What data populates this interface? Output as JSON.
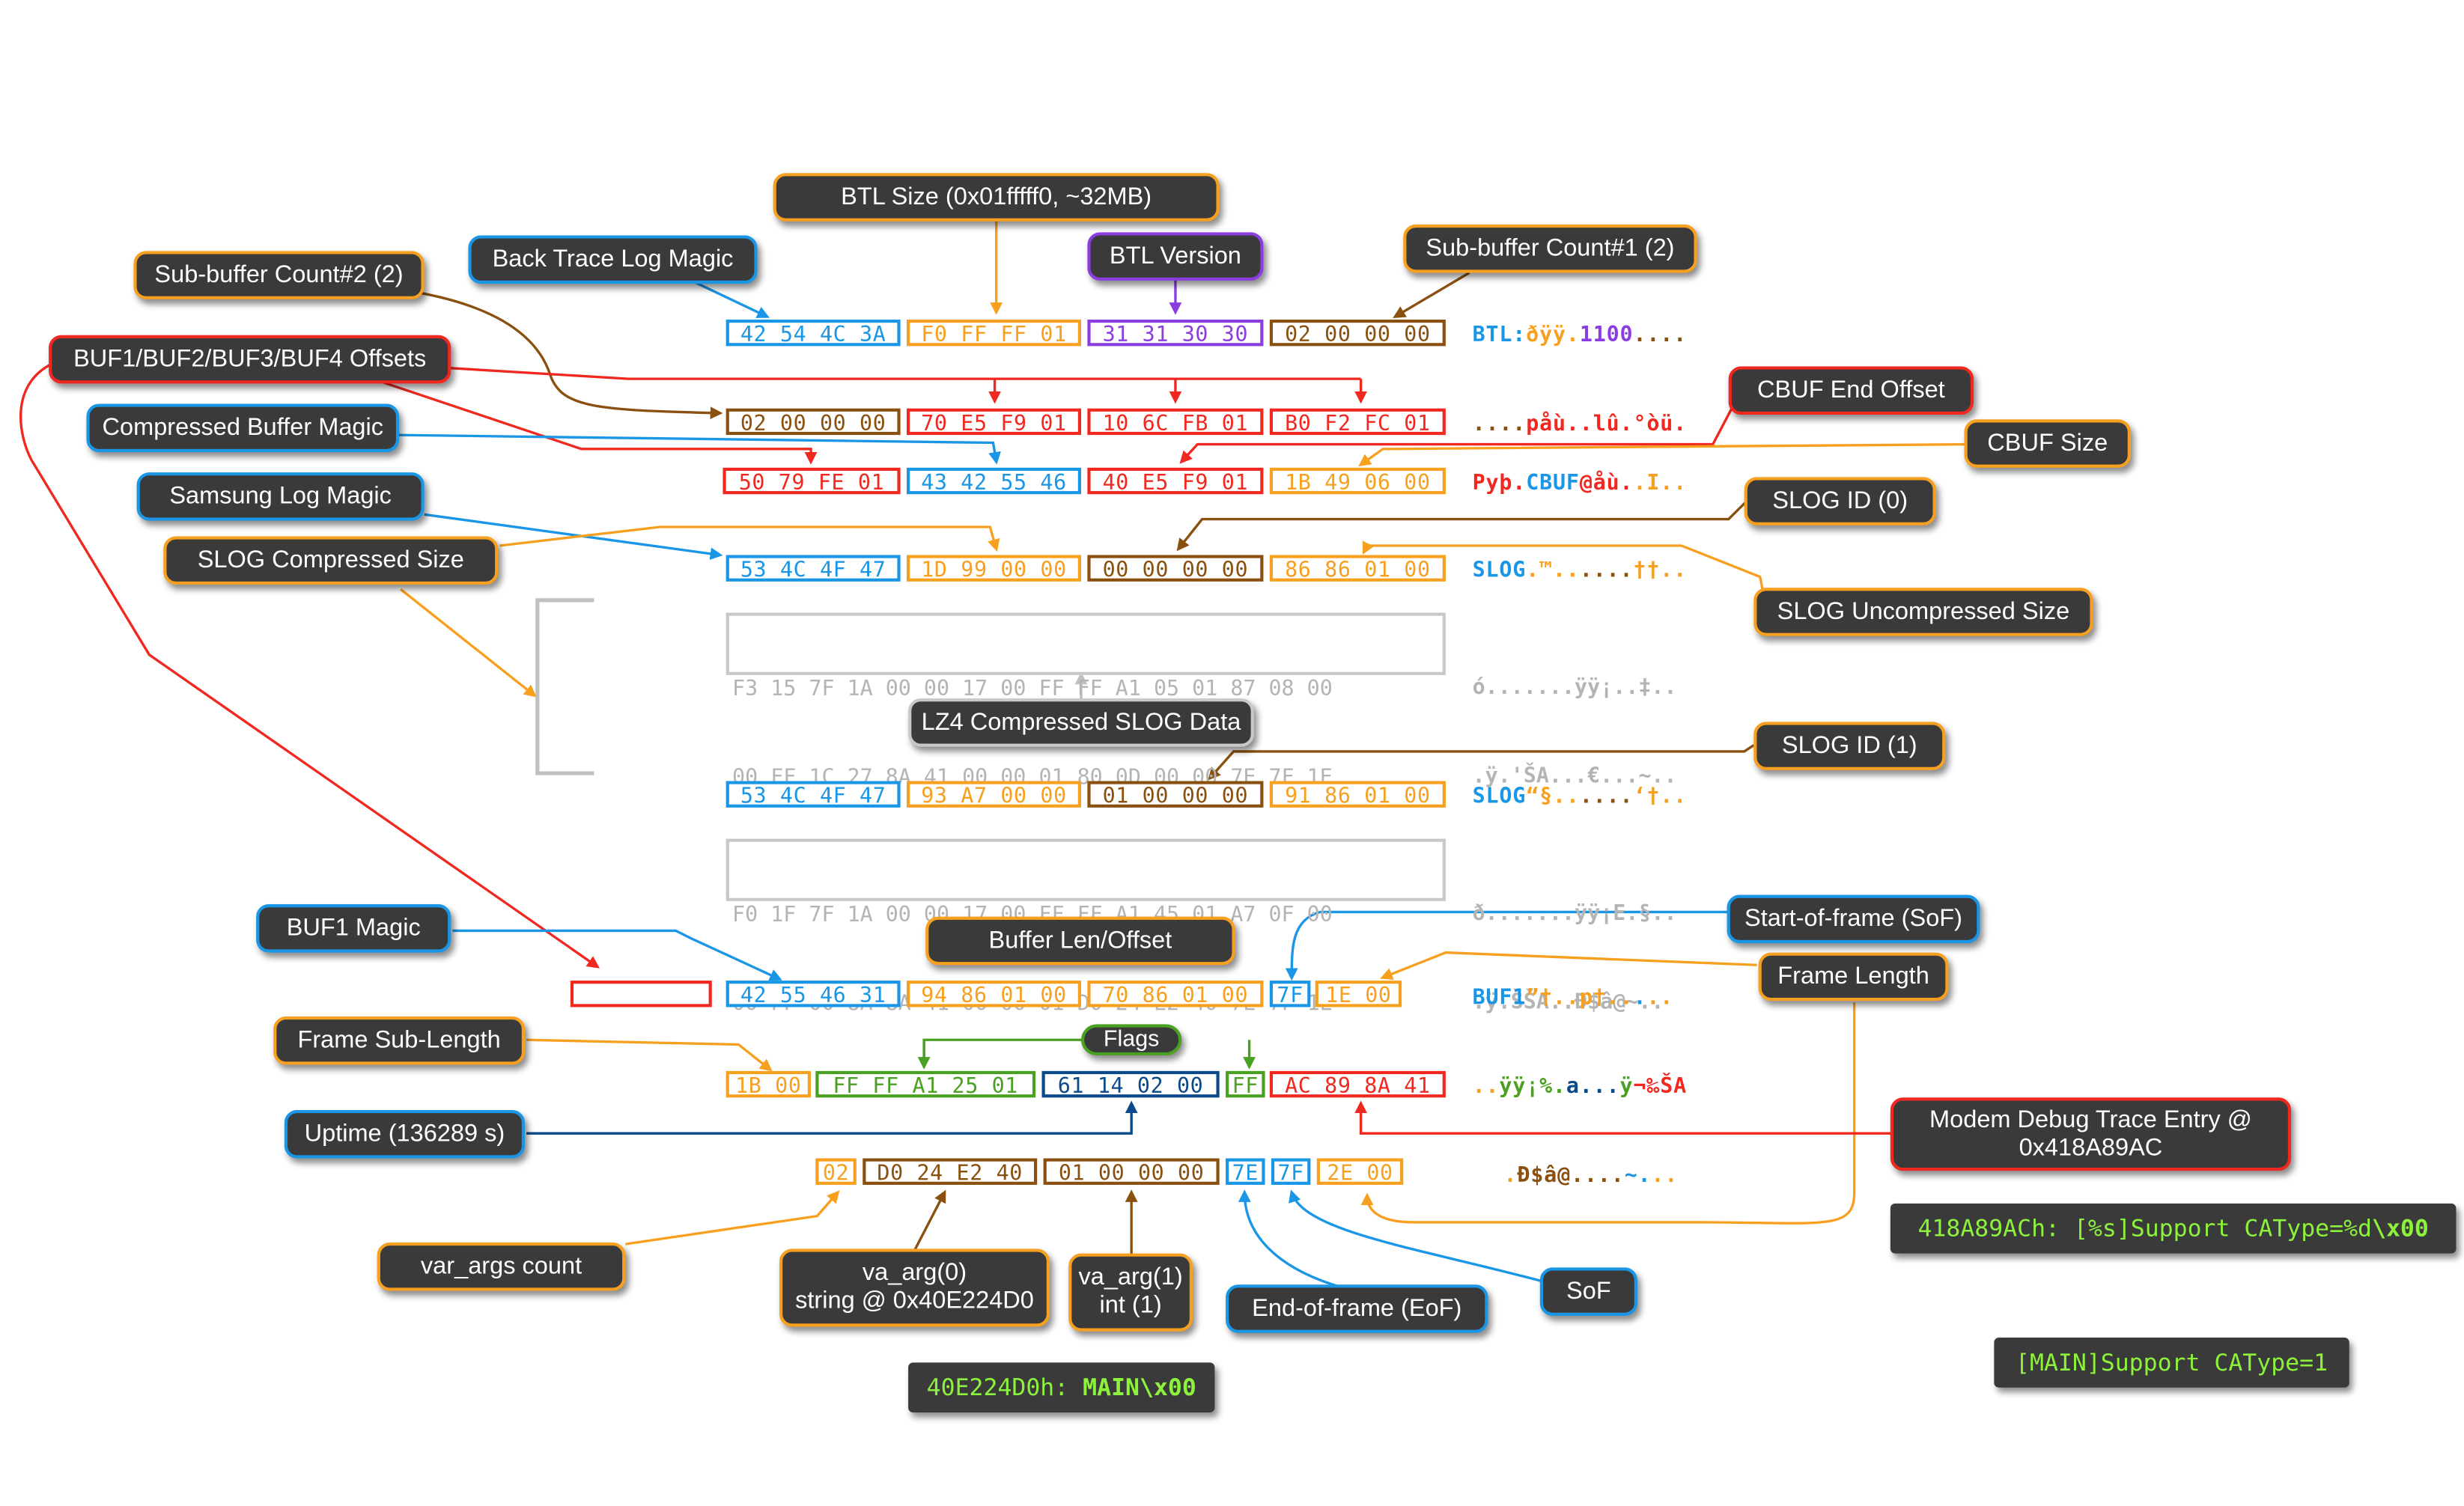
{
  "colors": {
    "blue": "#1a96e6",
    "orange": "#f7a020",
    "purple": "#8a3ee0",
    "brown": "#8a5010",
    "red": "#f02820",
    "green": "#4aa020",
    "navy": "#0a4a8a",
    "gray": "#c0c0c0",
    "label_bg": "#3a3a3a",
    "terminal_text": "#8cf23c"
  },
  "labels": {
    "btl_size": "BTL Size (0x01fffff0, ~32MB)",
    "back_trace_log_magic": "Back Trace Log Magic",
    "btl_version": "BTL Version",
    "subbuffer_count1": "Sub-buffer Count#1 (2)",
    "subbuffer_count2": "Sub-buffer Count#2 (2)",
    "buf_offsets": "BUF1/BUF2/BUF3/BUF4 Offsets",
    "cbuf_end_offset": "CBUF End Offset",
    "compressed_buffer_magic": "Compressed Buffer Magic",
    "cbuf_size": "CBUF Size",
    "samsung_log_magic": "Samsung Log Magic",
    "slog_id0": "SLOG ID (0)",
    "slog_compressed_size": "SLOG Compressed Size",
    "slog_uncompressed_size": "SLOG Uncompressed Size",
    "lz4_data": "LZ4 Compressed SLOG Data",
    "slog_id1": "SLOG ID (1)",
    "buf1_magic": "BUF1 Magic",
    "buffer_len_offset": "Buffer Len/Offset",
    "start_of_frame": "Start-of-frame (SoF)",
    "frame_length": "Frame Length",
    "frame_sub_length": "Frame Sub-Length",
    "flags": "Flags",
    "uptime": "Uptime (136289 s)",
    "modem_entry": "Modem Debug Trace Entry @\n0x418A89AC",
    "var_args_count": "var_args count",
    "va_arg0": "va_arg(0)\nstring @ 0x40E224D0",
    "va_arg1": "va_arg(1)\nint (1)",
    "end_of_frame": "End-of-frame (EoF)",
    "sof": "SoF"
  },
  "rows": {
    "r1": {
      "hex": [
        "42 54 4C 3A",
        "F0 FF FF 01",
        "31 31 30 30",
        "02 00 00 00"
      ],
      "ascii": [
        "BTL:",
        "ðÿÿ.",
        "1100",
        "...."
      ]
    },
    "r2": {
      "hex": [
        "02 00 00 00",
        "70 E5 F9 01",
        "10 6C FB 01",
        "B0 F2 FC 01"
      ],
      "ascii": [
        "....",
        "påù.",
        ".lû.",
        "°òü."
      ]
    },
    "r3": {
      "hex": [
        "50 79 FE 01",
        "43 42 55 46",
        "40 E5 F9 01",
        "1B 49 06 00"
      ],
      "ascii": [
        "Pyþ.",
        "CBUF",
        "@åù.",
        ".I.."
      ]
    },
    "r4": {
      "hex": [
        "53 4C 4F 47",
        "1D 99 00 00",
        "00 00 00 00",
        "86 86 01 00"
      ],
      "ascii": [
        "SLOG",
        ".™..",
        "....",
        "††.."
      ]
    },
    "g1": {
      "lines": [
        "F3 15 7F 1A 00 00 17 00 FF FF A1 05 01 87 08 00",
        "00 FF 1C 27 8A 41 00 00 01 80 0D 00 00 7E 7F 1E"
      ],
      "ascii": [
        "ó.......ÿÿ¡..‡..",
        ".ÿ.'ŠA...€...~.."
      ]
    },
    "r5": {
      "hex": [
        "53 4C 4F 47",
        "93 A7 00 00",
        "01 00 00 00",
        "91 86 01 00"
      ],
      "ascii": [
        "SLOG",
        "“§..",
        "....",
        "‘†.."
      ]
    },
    "g2": {
      "lines": [
        "F0 1F 7F 1A 00 00 17 00 FF FF A1 45 01 A7 0F 00",
        "00 FF 00 8A 8A 41 00 00 01 D0 24 E2 40 7E 7F 1E"
      ],
      "ascii": [
        "ð.......ÿÿ¡E.§..",
        ".ÿ.ŠŠA..Ð$â@~.."
      ]
    },
    "r6": {
      "hex": [
        "42 55 46 31",
        "94 86 01 00",
        "70 86 01 00",
        "7F",
        "1E 00"
      ],
      "ascii": [
        "BUF1",
        "”†..",
        "p†..",
        ".",
        ".."
      ]
    },
    "r7": {
      "hex": [
        "1B 00",
        "FF FF A1 25 01",
        "61 14 02 00",
        "FF",
        "AC 89 8A 41"
      ],
      "ascii": [
        "..",
        "ÿÿ¡%.",
        "a...",
        "ÿ",
        "¬‰ŠA"
      ]
    },
    "r8": {
      "hex": [
        "02",
        "D0 24 E2 40",
        "01 00 00 00",
        "7E",
        "7F",
        "2E 00"
      ],
      "ascii": [
        ".",
        "Ð$â@",
        "....",
        "~",
        ".",
        ".."
      ]
    }
  },
  "terminals": {
    "t1_addr": "418A89ACh:",
    "t1_fmt": "[%s]Support CAType=%d",
    "t1_esc": "\\x00",
    "t2_text": "[MAIN]Support CAType=1",
    "t3_addr": "40E224D0h:",
    "t3_val": "MAIN",
    "t3_esc": "\\x00"
  }
}
